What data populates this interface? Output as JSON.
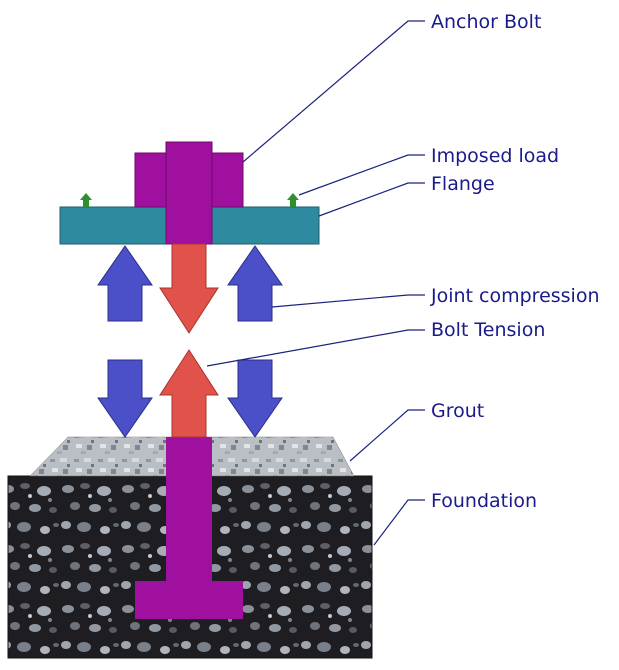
{
  "diagram": {
    "labels": {
      "anchor_bolt": "Anchor Bolt",
      "imposed_load": "Imposed load",
      "flange": "Flange",
      "joint_compression": "Joint compression",
      "bolt_tension": "Bolt Tension",
      "grout": "Grout",
      "foundation": "Foundation"
    },
    "colors": {
      "bolt": "#a0109e",
      "flange": "#2e8a9e",
      "compression_arrow": "#4b4fc8",
      "tension_arrow": "#e0524a",
      "load_arrow": "#2f8f2f",
      "grout": "#b9bfc4",
      "foundation": "#2b2b2e",
      "leader_line": "#1a237e",
      "label_text": "#1a1a8c"
    }
  }
}
